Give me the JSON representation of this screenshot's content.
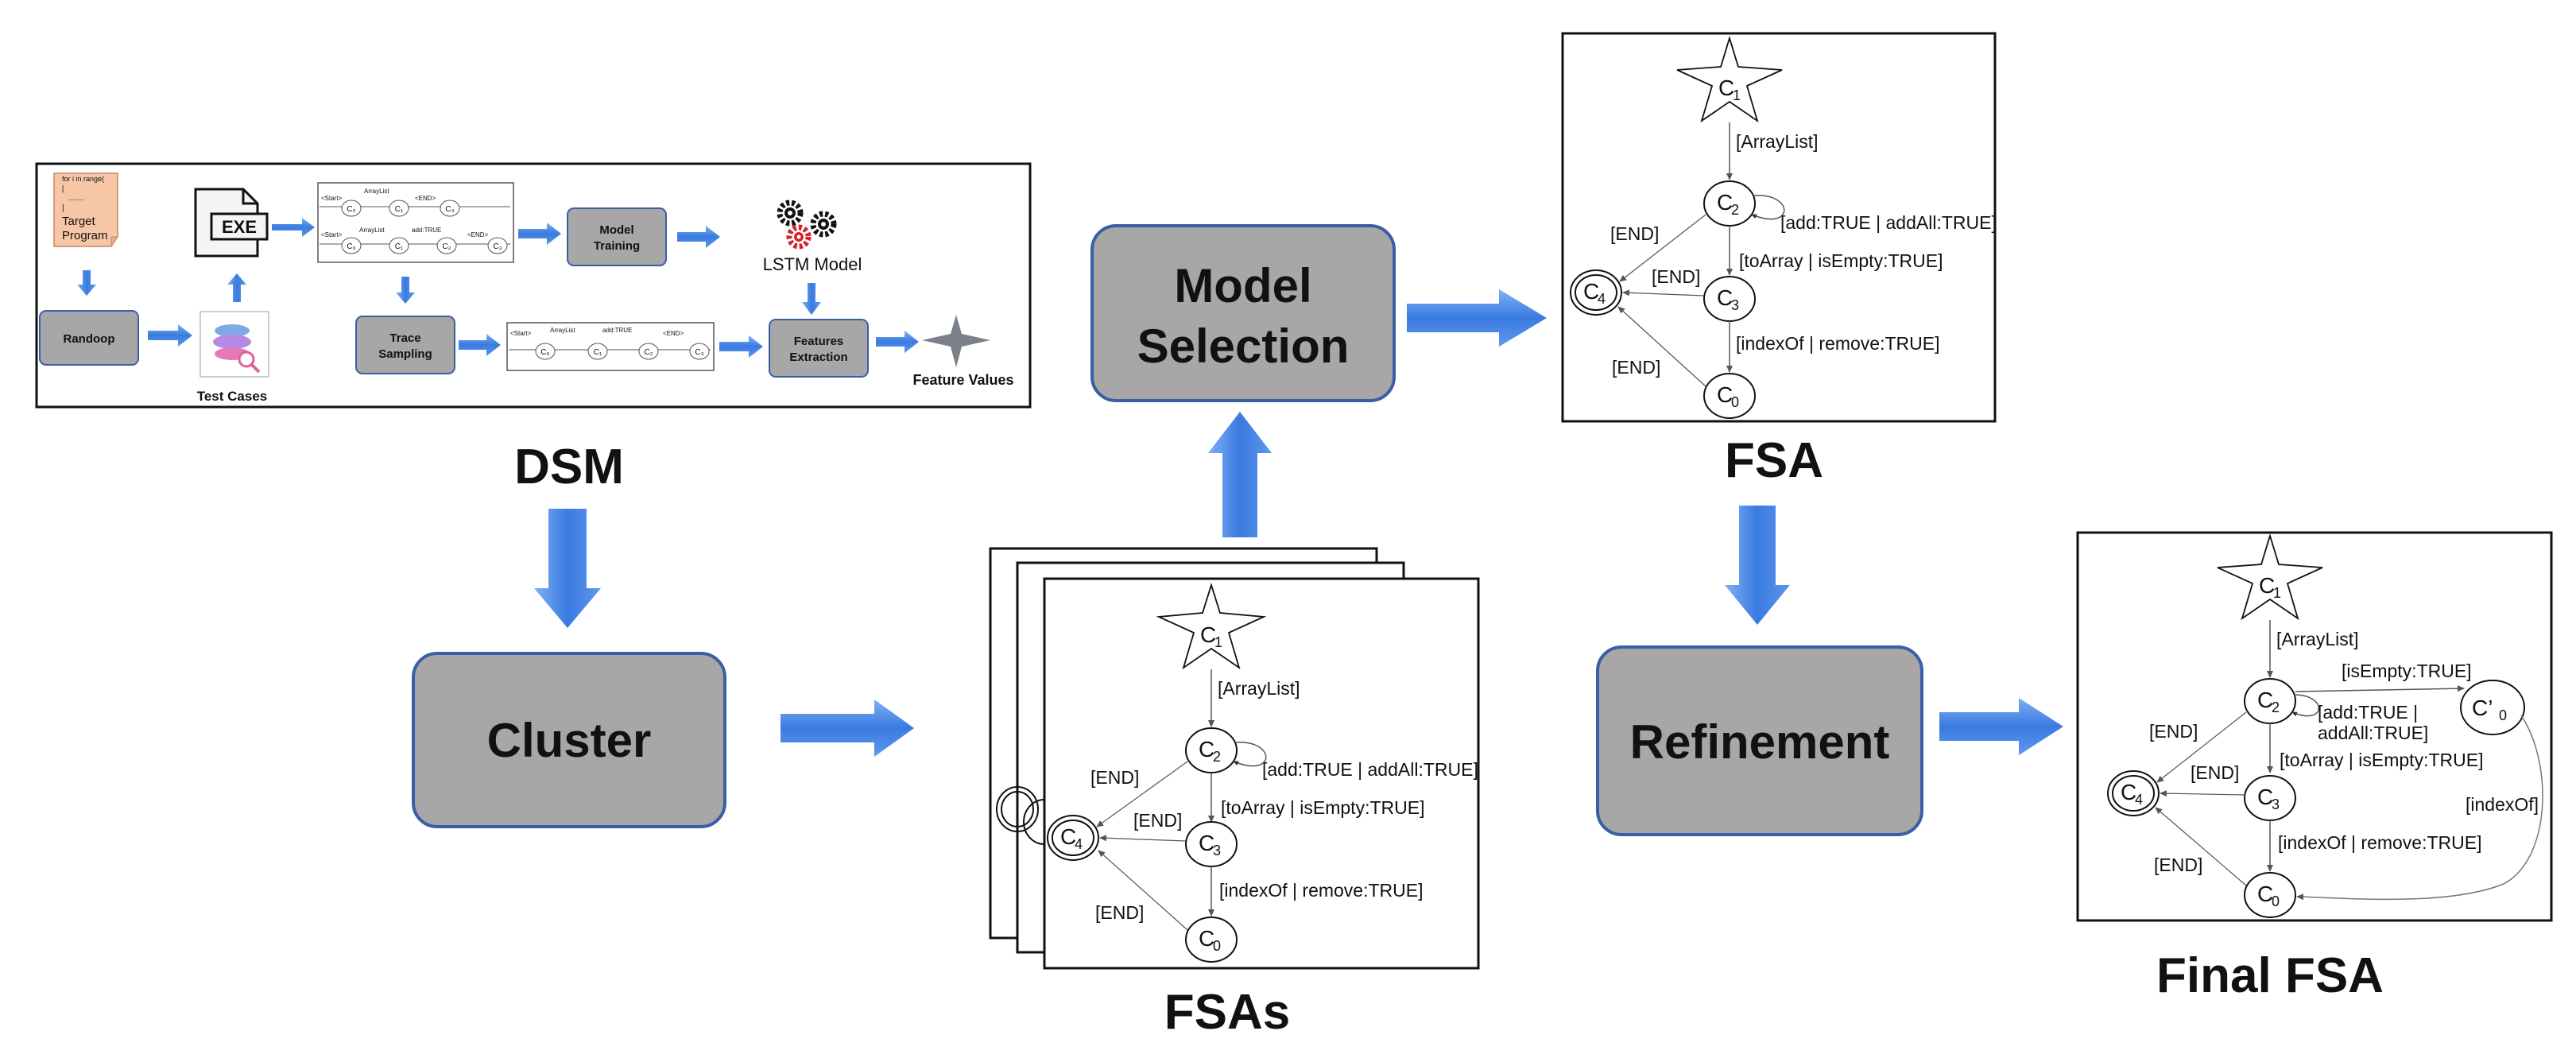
{
  "colors": {
    "arrow": "#3f7fe0",
    "box_fill": "#a8a6a7",
    "box_border": "#3a5fa5",
    "target_note": "#f6c6a6"
  },
  "dsm": {
    "target_program_code": [
      "for i in range(",
      "[",
      "........",
      "]"
    ],
    "target_program_label_1": "Target",
    "target_program_label_2": "Program",
    "exe_label": "EXE",
    "randoop": "Randoop",
    "test_cases": "Test Cases",
    "trace_sampling_1": "Trace",
    "trace_sampling_2": "Sampling",
    "model_training_1": "Model",
    "model_training_2": "Training",
    "lstm_model": "LSTM Model",
    "features_extraction_1": "Features",
    "features_extraction_2": "Extraction",
    "feature_values": "Feature Values",
    "trace_start": "<Start>",
    "trace_end": "<END>",
    "trace_arraylist": "ArrayList",
    "trace_addtrue": "add:TRUE",
    "trace_c0": "C₀",
    "trace_c1": "C₁",
    "trace_c2": "C₂",
    "trace_c3": "C₃"
  },
  "boxes": {
    "model_selection_1": "Model",
    "model_selection_2": "Selection",
    "cluster": "Cluster",
    "refinement": "Refinement"
  },
  "captions": {
    "dsm": "DSM",
    "fsa": "FSA",
    "fsas": "FSAs",
    "final_fsa": "Final FSA"
  },
  "fsa": {
    "nodes": {
      "c1": "C",
      "c2": "C",
      "c3": "C",
      "c4": "C",
      "c0": "C"
    },
    "subs": {
      "c1": "1",
      "c2": "2",
      "c3": "3",
      "c4": "4",
      "c0": "0"
    },
    "labels": {
      "arraylist": "[ArrayList]",
      "add": "[add:TRUE | addAll:TRUE]",
      "end": "[END]",
      "toarray": "[toArray | isEmpty:TRUE]",
      "indexof_remove": "[indexOf | remove:TRUE]"
    }
  },
  "final_fsa": {
    "nodes": {
      "c1": "C",
      "c2": "C",
      "c3": "C",
      "c4": "C",
      "c0": "C",
      "c0p": "C’"
    },
    "subs": {
      "c1": "1",
      "c2": "2",
      "c3": "3",
      "c4": "4",
      "c0": "0",
      "c0p": "0"
    },
    "labels": {
      "arraylist": "[ArrayList]",
      "isempty": "[isEmpty:TRUE]",
      "add_1": "[add:TRUE |",
      "add_2": "addAll:TRUE]",
      "end": "[END]",
      "toarray": "[toArray | isEmpty:TRUE]",
      "indexof": "[indexOf]",
      "indexof_remove": "[indexOf | remove:TRUE]"
    }
  }
}
